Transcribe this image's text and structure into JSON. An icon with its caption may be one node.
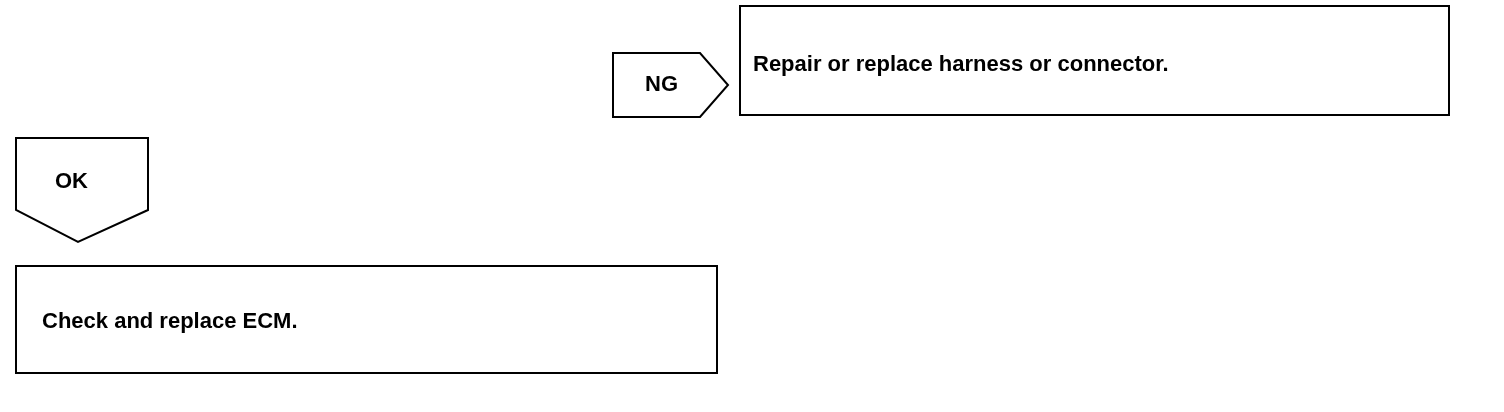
{
  "diagram": {
    "nodes": [
      {
        "text": [
          "NG"
        ]
      },
      {
        "text": [
          "Repair or replace harness or connector."
        ]
      },
      {
        "text": [
          "OK"
        ]
      },
      {
        "text": [
          "Check and replace ECM."
        ]
      }
    ]
  }
}
